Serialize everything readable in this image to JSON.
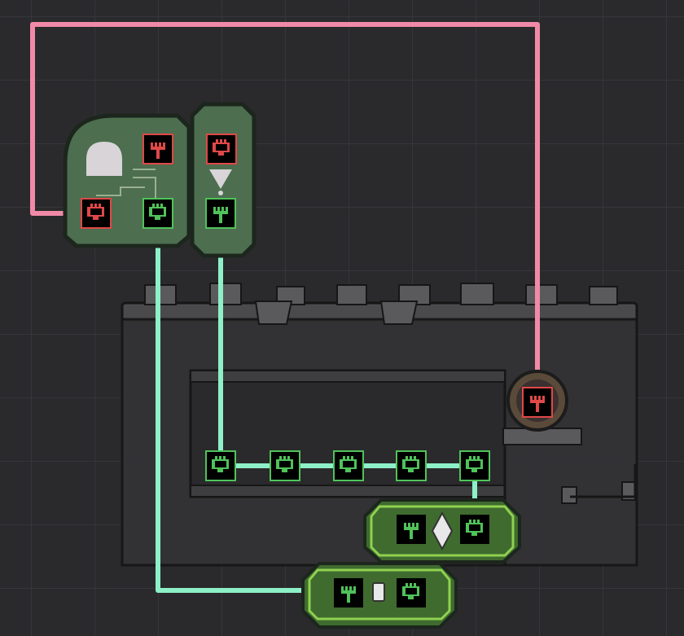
{
  "scene": {
    "view": "automation-overlay",
    "colors": {
      "background": "#2a2a2c",
      "grid": "#3a3a40",
      "signal_red_wire": "#f08aa8",
      "signal_green_wire": "#8ef0c8",
      "building_green": "#4d6e4f",
      "building_border": "#1c261d",
      "gate_border": "#8fd14f",
      "port_red": "#e04848",
      "port_green": "#4fc35a",
      "wall": "#4a4a4c"
    },
    "buildings": [
      {
        "name": "signal-receiver",
        "ports": [
          "red",
          "red",
          "green"
        ]
      },
      {
        "name": "not-gate",
        "ports": [
          "red",
          "green"
        ]
      },
      {
        "name": "sensor",
        "ports": [
          "red"
        ]
      },
      {
        "name": "xor-gate",
        "ports": [
          "green",
          "green"
        ]
      },
      {
        "name": "buffer-gate",
        "ports": [
          "green",
          "green"
        ]
      }
    ],
    "wall_ports": [
      "green",
      "green",
      "green",
      "green",
      "green"
    ]
  }
}
